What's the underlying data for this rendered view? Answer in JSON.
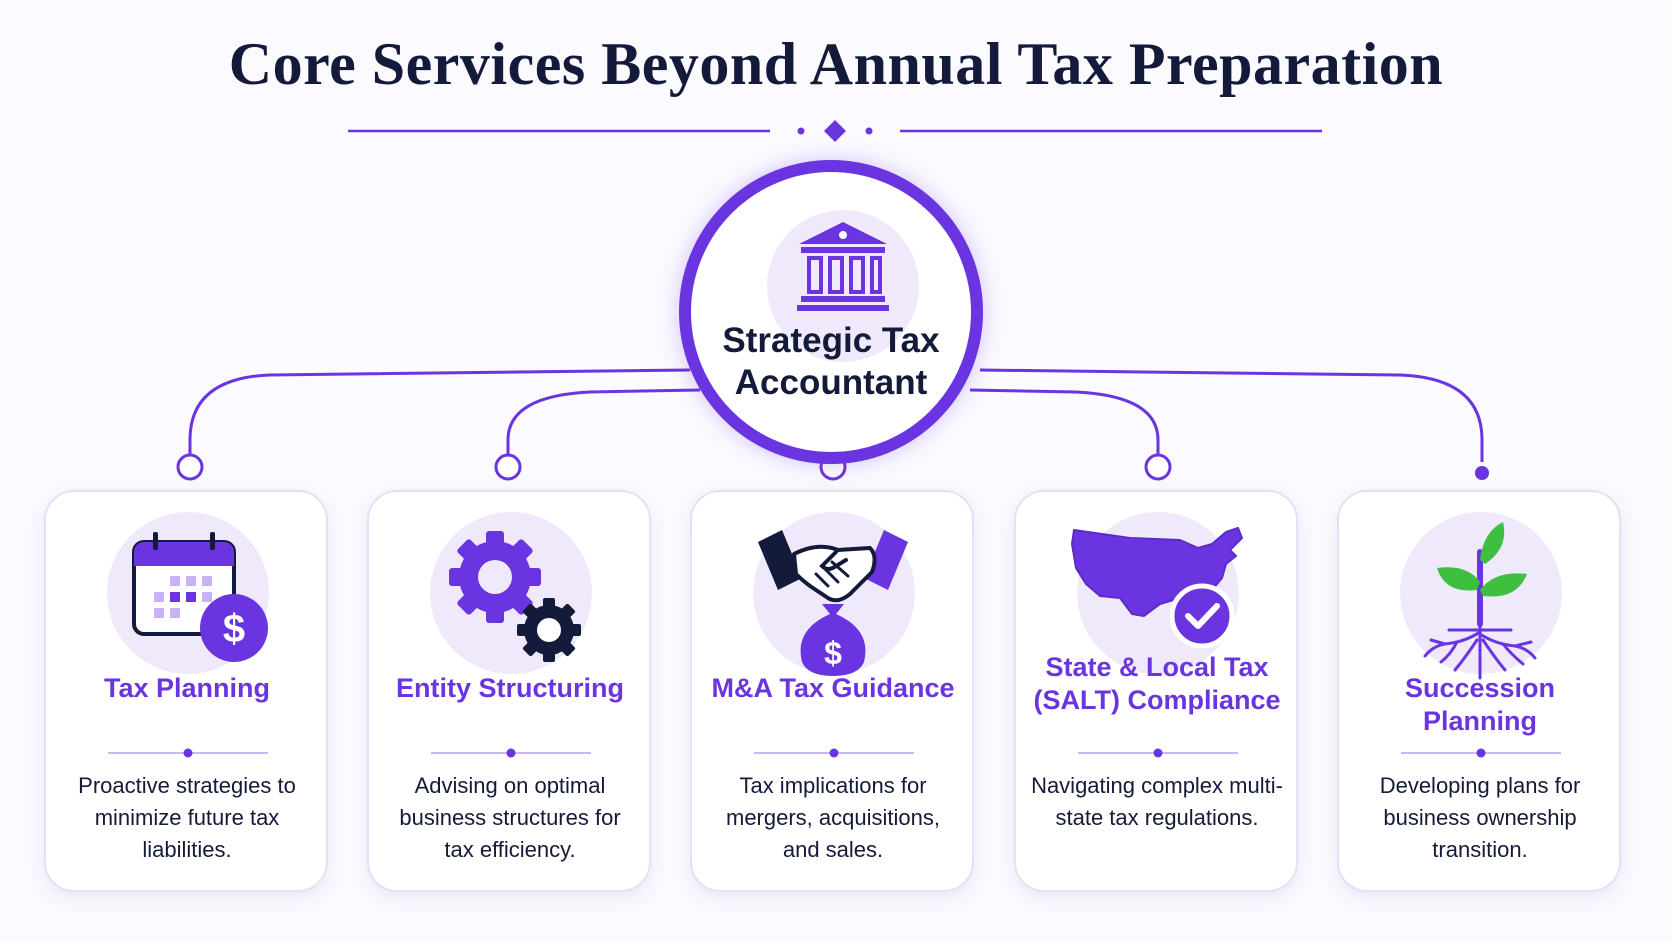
{
  "title": "Core Services Beyond Annual Tax Preparation",
  "hub": {
    "label_line1": "Strategic Tax",
    "label_line2": "Accountant",
    "icon": "bank-building-icon"
  },
  "colors": {
    "accent": "#6a35e0",
    "title": "#141a3a",
    "icon_bg": "#efe9fb",
    "leaf_green": "#3fbf3f"
  },
  "services": [
    {
      "title": "Tax Planning",
      "description": "Proactive strategies to minimize future tax liabilities.",
      "icon": "calendar-dollar-icon"
    },
    {
      "title": "Entity Structuring",
      "description": "Advising on optimal business structures for tax efficiency.",
      "icon": "gears-icon"
    },
    {
      "title": "M&A Tax Guidance",
      "description": "Tax implications for mergers, acquisitions, and sales.",
      "icon": "handshake-moneybag-icon"
    },
    {
      "title": "State & Local Tax (SALT) Compliance",
      "description": "Navigating complex multi-state tax regulations.",
      "icon": "us-map-check-icon"
    },
    {
      "title": "Succession Planning",
      "description": "Developing plans for business ownership transition.",
      "icon": "sprout-roots-icon"
    }
  ]
}
